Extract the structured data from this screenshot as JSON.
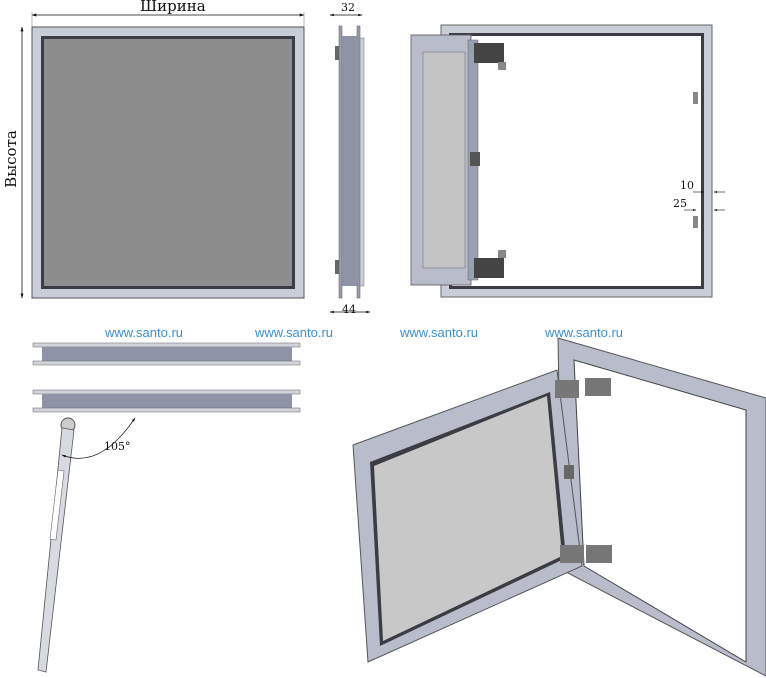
{
  "labels": {
    "width": "Ширина",
    "height": "Высота",
    "depth_top": "32",
    "depth_bottom": "44",
    "gap_10": "10",
    "gap_25": "25",
    "opening_angle": "105°"
  },
  "watermarks": [
    "www.santo.ru",
    "www.santo.ru",
    "www.santo.ru",
    "www.santo.ru"
  ],
  "colors": {
    "watermark": "#3b8fcf",
    "panel": "#8d8d8d",
    "frame": "#c9cdd8",
    "frame_dark": "#3c3c44"
  }
}
